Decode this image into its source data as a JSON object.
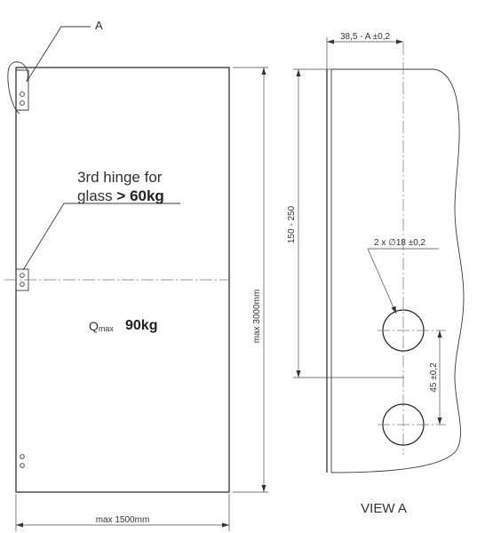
{
  "labels": {
    "detail_ref": "A",
    "hinge_note_line1": "3rd hinge for",
    "hinge_note_line2_prefix": "glass ",
    "hinge_note_line2_bold": "> 60kg",
    "qmax_q": "Q",
    "qmax_sub": "max",
    "qmax_value": "90kg",
    "height_dim": "max 3000mm",
    "width_dim": "max 1500mm",
    "view_title": "VIEW A",
    "offset_dim": "38,5 - A ±0,2",
    "range_dim": "150 - 250",
    "hole_dim": "2 x ∅18 ±0,2",
    "spacing_dim": "45 ±0,2"
  },
  "colors": {
    "line": "#3a3a3a",
    "text": "#333333"
  }
}
